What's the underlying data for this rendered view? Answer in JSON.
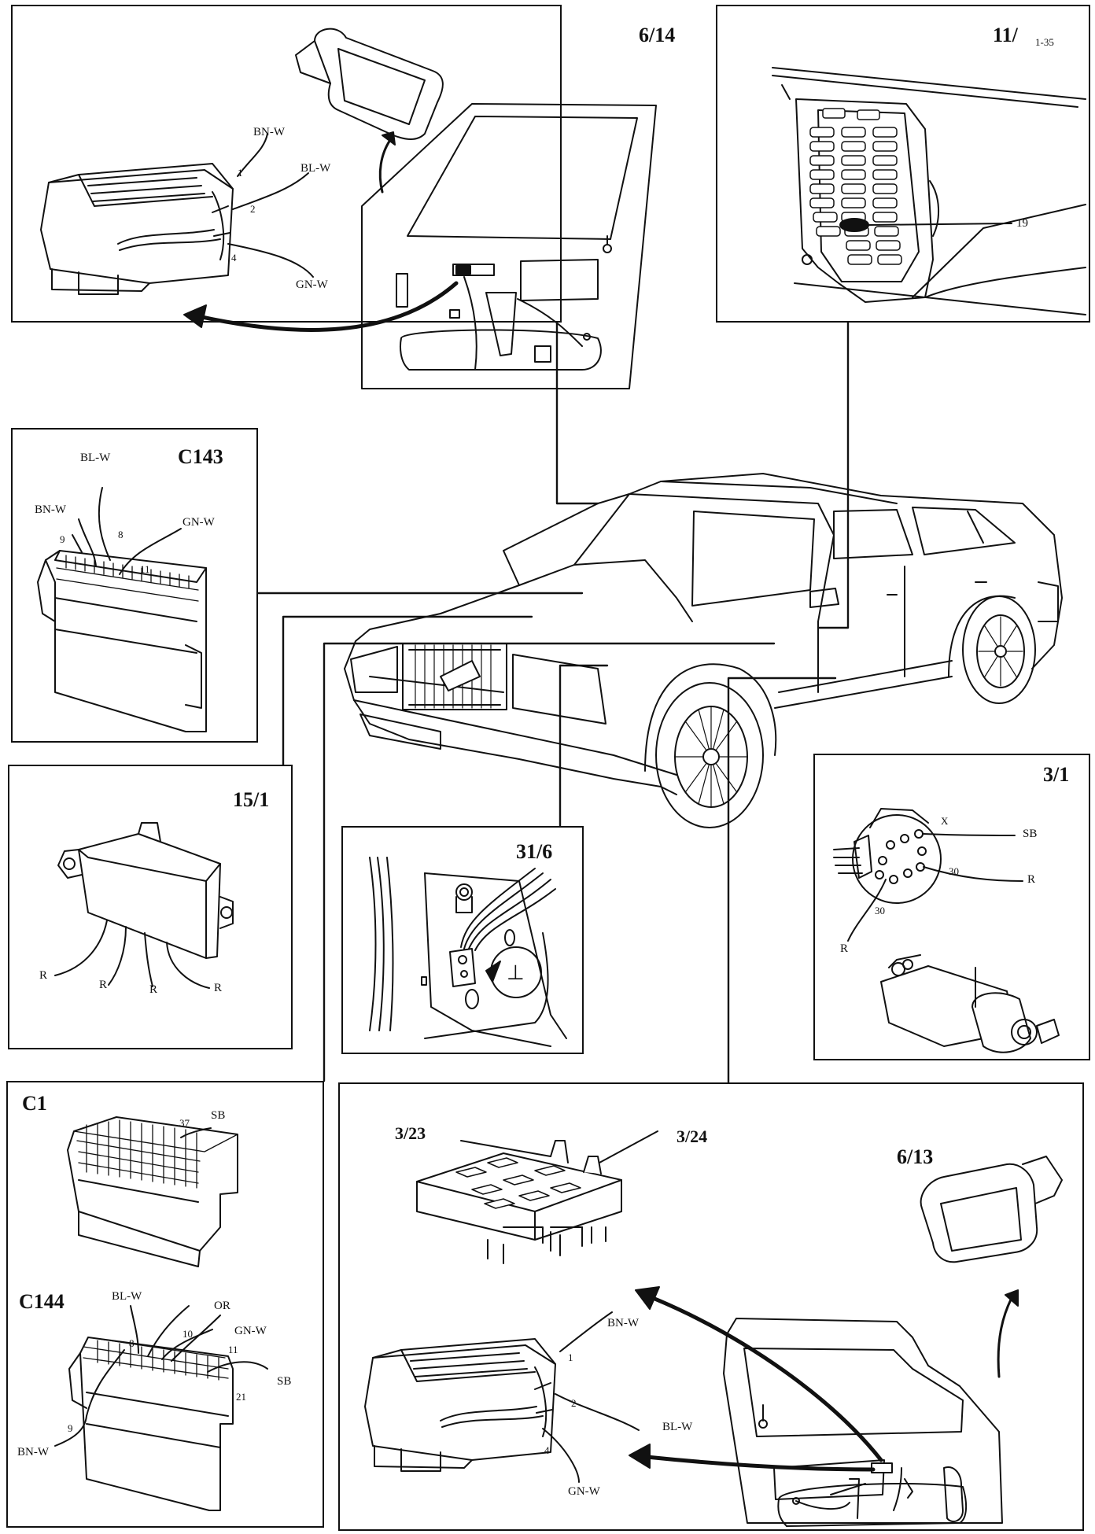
{
  "panels": {
    "p614": {
      "title": "6/14",
      "labels": {
        "bnw": "BN-W",
        "blw": "BL-W",
        "gnw": "GN-W",
        "n1": "1",
        "n2": "2",
        "n4": "4"
      }
    },
    "p11": {
      "title": "11/",
      "subtitle": "1-35",
      "labels": {
        "n19": "19"
      }
    },
    "pc143": {
      "title": "C143",
      "labels": {
        "blw": "BL-W",
        "bnw": "BN-W",
        "gnw": "GN-W",
        "n9": "9",
        "n8": "8",
        "n11": "11"
      }
    },
    "p151": {
      "title": "15/1",
      "labels": {
        "r1": "R",
        "r2": "R",
        "r3": "R",
        "r4": "R"
      }
    },
    "p316": {
      "title": "31/6",
      "labels": {
        "ground": "⊥"
      }
    },
    "p31": {
      "title": "3/1",
      "labels": {
        "x": "X",
        "sb": "SB",
        "n30a": "30",
        "r1": "R",
        "n30b": "30",
        "r2": "R"
      }
    },
    "pc1": {
      "title": "C1",
      "labels": {
        "n37": "37",
        "sb": "SB"
      }
    },
    "pc144": {
      "title": "C144",
      "labels": {
        "blw": "BL-W",
        "or": "OR",
        "n10": "10",
        "gnw": "GN-W",
        "n8": "8",
        "n11": "11",
        "sb": "SB",
        "n21": "21",
        "n9": "9",
        "bnw": "BN-W"
      }
    },
    "p613": {
      "title": "6/13",
      "labels": {
        "s323": "3/23",
        "s324": "3/24",
        "bnw": "BN-W",
        "n1": "1",
        "n2": "2",
        "n4": "4",
        "blw": "BL-W",
        "gnw": "GN-W"
      }
    }
  },
  "colors": {
    "ink": "#111111",
    "fill": "#ffffff",
    "shade": "#cfcfcf"
  }
}
